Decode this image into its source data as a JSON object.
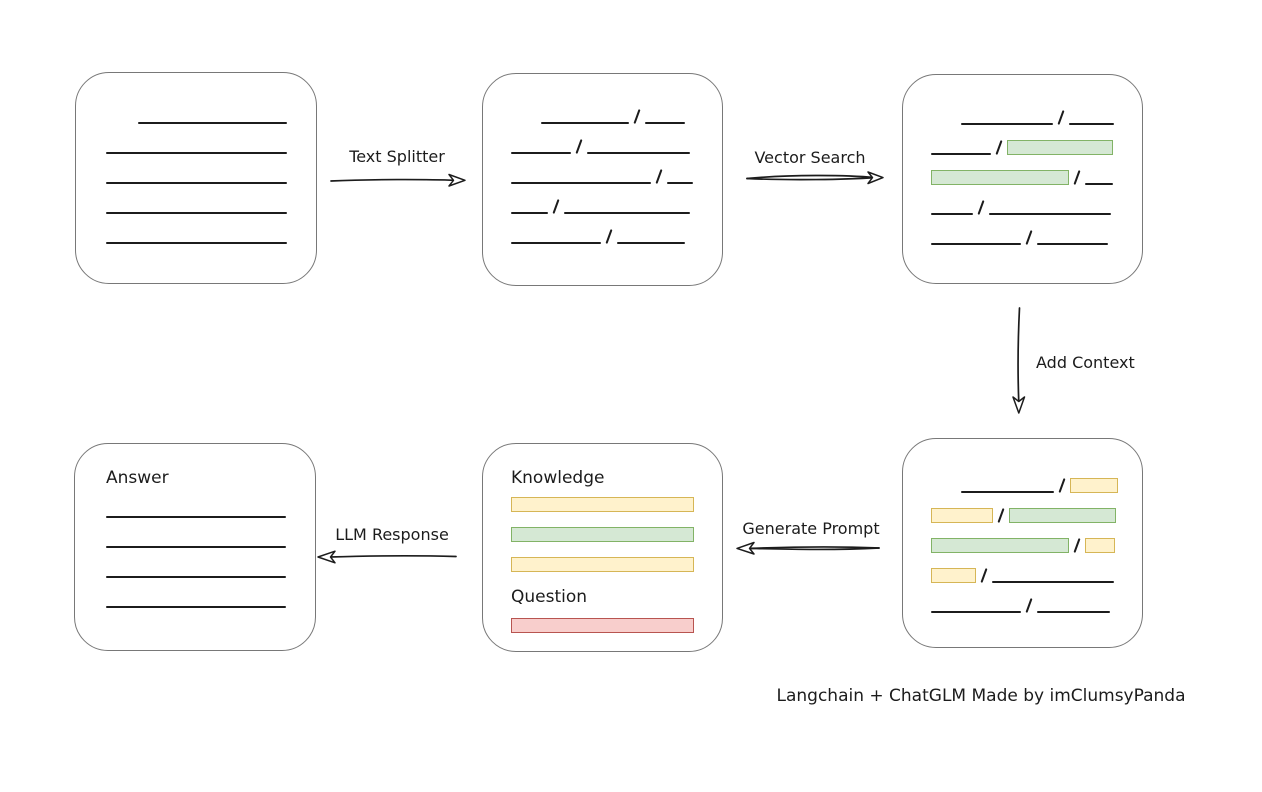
{
  "footer": {
    "credit": "Langchain + ChatGLM Made by imClumsyPanda"
  },
  "labels": {
    "text_splitter": "Text Splitter",
    "vector_search": "Vector Search",
    "add_context": "Add Context",
    "generate_prompt": "Generate Prompt",
    "llm_response": "LLM Response"
  },
  "colors": {
    "ink": "#1c1c1c",
    "box_border": "#787878",
    "green_fill": "#d5e8d4",
    "green_border": "#82b366",
    "yellow_fill": "#fff2cc",
    "yellow_border": "#d6b656",
    "red_fill": "#f8cecc",
    "red_border": "#b85450"
  },
  "boxes": {
    "source_document": {
      "rows": [
        [
          {
            "t": "gap",
            "w": 32
          },
          {
            "t": "line",
            "w": 149
          }
        ],
        [
          {
            "t": "line",
            "w": 181
          }
        ],
        [
          {
            "t": "line",
            "w": 181
          }
        ],
        [
          {
            "t": "line",
            "w": 181
          }
        ],
        [
          {
            "t": "line",
            "w": 181
          }
        ]
      ]
    },
    "split_text": {
      "rows": [
        [
          {
            "t": "gap",
            "w": 30
          },
          {
            "t": "line",
            "w": 88
          },
          {
            "t": "slash"
          },
          {
            "t": "line",
            "w": 40
          }
        ],
        [
          {
            "t": "line",
            "w": 60
          },
          {
            "t": "slash"
          },
          {
            "t": "line",
            "w": 103
          }
        ],
        [
          {
            "t": "line",
            "w": 140
          },
          {
            "t": "slash"
          },
          {
            "t": "line",
            "w": 26
          }
        ],
        [
          {
            "t": "line",
            "w": 37
          },
          {
            "t": "slash"
          },
          {
            "t": "line",
            "w": 126
          }
        ],
        [
          {
            "t": "line",
            "w": 90
          },
          {
            "t": "slash"
          },
          {
            "t": "line",
            "w": 68
          }
        ]
      ]
    },
    "search_result": {
      "rows": [
        [
          {
            "t": "gap",
            "w": 30
          },
          {
            "t": "line",
            "w": 92
          },
          {
            "t": "slash"
          },
          {
            "t": "line",
            "w": 45
          }
        ],
        [
          {
            "t": "line",
            "w": 60
          },
          {
            "t": "slash"
          },
          {
            "t": "green",
            "w": 106
          }
        ],
        [
          {
            "t": "green",
            "w": 138
          },
          {
            "t": "slash"
          },
          {
            "t": "line",
            "w": 28
          }
        ],
        [
          {
            "t": "line",
            "w": 42
          },
          {
            "t": "slash"
          },
          {
            "t": "line",
            "w": 122
          }
        ],
        [
          {
            "t": "line",
            "w": 90
          },
          {
            "t": "slash"
          },
          {
            "t": "line",
            "w": 71
          }
        ]
      ]
    },
    "context": {
      "rows": [
        [
          {
            "t": "gap",
            "w": 30
          },
          {
            "t": "line",
            "w": 93
          },
          {
            "t": "slash"
          },
          {
            "t": "yellow",
            "w": 48
          }
        ],
        [
          {
            "t": "yellow",
            "w": 62
          },
          {
            "t": "slash"
          },
          {
            "t": "green",
            "w": 107
          }
        ],
        [
          {
            "t": "green",
            "w": 138
          },
          {
            "t": "slash"
          },
          {
            "t": "yellow",
            "w": 30
          }
        ],
        [
          {
            "t": "yellow",
            "w": 45
          },
          {
            "t": "slash"
          },
          {
            "t": "line",
            "w": 122
          }
        ],
        [
          {
            "t": "line",
            "w": 90
          },
          {
            "t": "slash"
          },
          {
            "t": "line",
            "w": 73
          }
        ]
      ]
    },
    "prompt": {
      "knowledge_label": "Knowledge",
      "question_label": "Question",
      "knowledge_rows": [
        [
          {
            "t": "yellow",
            "w": 183
          }
        ],
        [
          {
            "t": "green",
            "w": 183
          }
        ],
        [
          {
            "t": "yellow",
            "w": 183
          }
        ]
      ],
      "question_rows": [
        [
          {
            "t": "red",
            "w": 183
          }
        ]
      ]
    },
    "answer": {
      "label": "Answer",
      "rows": [
        [
          {
            "t": "line",
            "w": 180
          }
        ],
        [
          {
            "t": "line",
            "w": 180
          }
        ],
        [
          {
            "t": "line",
            "w": 180
          }
        ],
        [
          {
            "t": "line",
            "w": 180
          }
        ]
      ]
    }
  }
}
